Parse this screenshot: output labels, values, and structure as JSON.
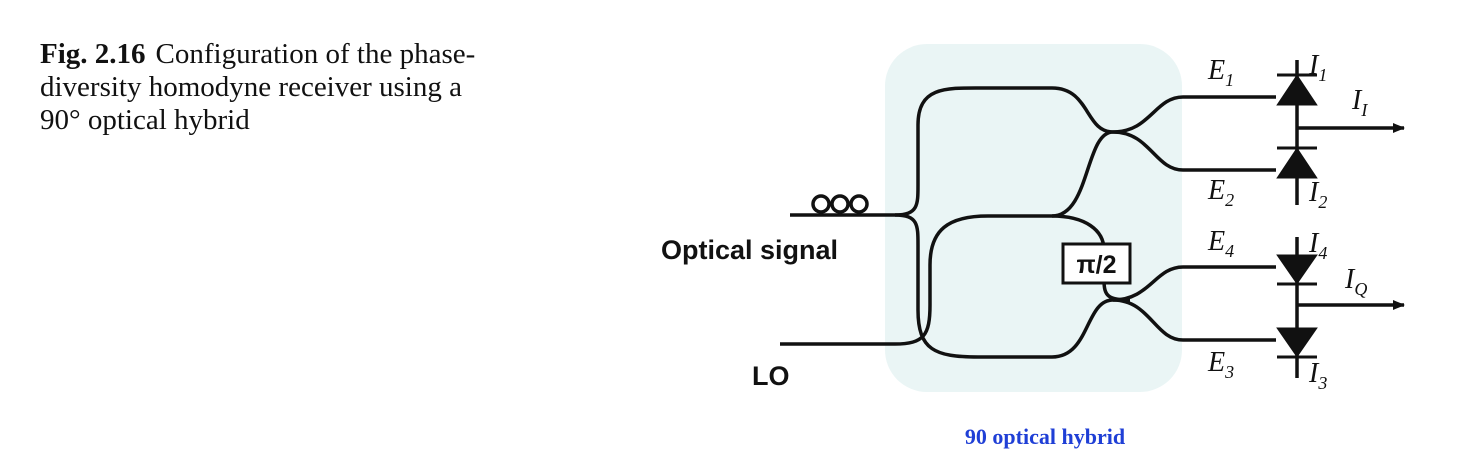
{
  "caption": {
    "fig_number": "Fig. 2.16",
    "text": "Configuration of the phase-diversity homodyne receiver using a 90° optical hybrid"
  },
  "diagram": {
    "inputs": {
      "signal": "Optical signal",
      "lo": "LO"
    },
    "phase_shifter": "π/2",
    "fields": {
      "e1": "E",
      "e1_sub": "1",
      "e2": "E",
      "e2_sub": "2",
      "e3": "E",
      "e3_sub": "3",
      "e4": "E",
      "e4_sub": "4"
    },
    "currents": {
      "i1": "I",
      "i1_sub": "1",
      "i2": "I",
      "i2_sub": "2",
      "i3": "I",
      "i3_sub": "3",
      "i4": "I",
      "i4_sub": "4",
      "ii": "I",
      "ii_sub": "I",
      "iq": "I",
      "iq_sub": "Q"
    },
    "hybrid_label": "90 optical hybrid",
    "colors": {
      "hybrid_box": "#eaf5f5",
      "hybrid_label": "#1f3fd6",
      "line": "#111111"
    }
  }
}
